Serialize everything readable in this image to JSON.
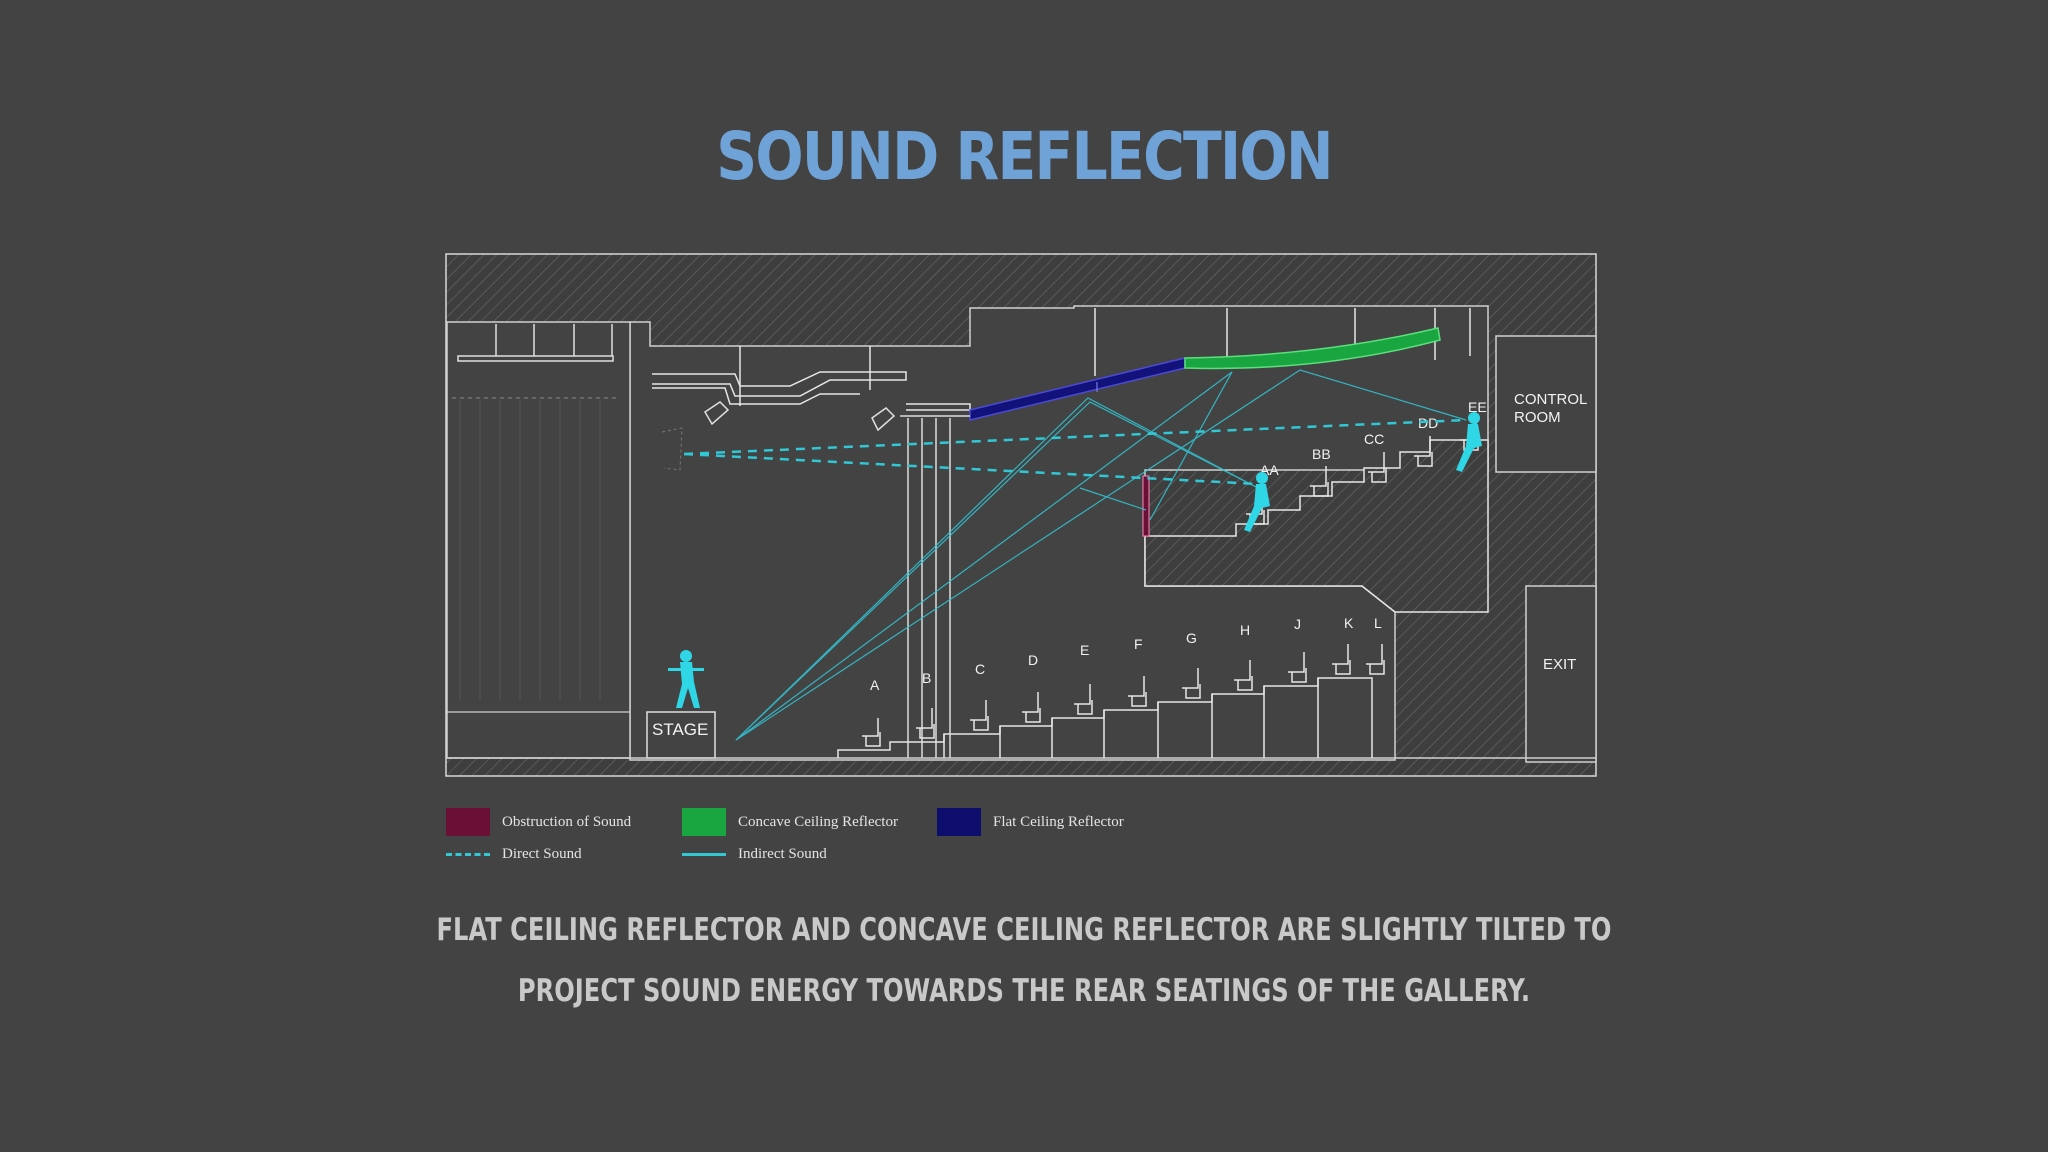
{
  "title": "SOUND REFLECTION",
  "diagram": {
    "stage_label": "STAGE",
    "control_room_label": [
      "CONTROL",
      "ROOM"
    ],
    "exit_label": "EXIT",
    "lower_rows": [
      "A",
      "B",
      "C",
      "D",
      "E",
      "F",
      "G",
      "H",
      "J",
      "K",
      "L"
    ],
    "upper_rows": [
      "AA",
      "BB",
      "CC",
      "DD",
      "EE"
    ]
  },
  "legend": {
    "obstruction": {
      "label": "Obstruction of Sound",
      "color": "#6a0f35"
    },
    "concave": {
      "label": "Concave Ceiling Reflector",
      "color": "#19a53f"
    },
    "flat": {
      "label": "Flat Ceiling Reflector",
      "color": "#0d0d6e"
    },
    "direct": {
      "label": "Direct Sound",
      "color": "#31c8d6"
    },
    "indirect": {
      "label": "Indirect Sound",
      "color": "#31c8d6"
    }
  },
  "caption": {
    "line1": "FLAT CEILING REFLECTOR AND CONCAVE CEILING REFLECTOR ARE SLIGHTLY TILTED TO",
    "line2": "PROJECT SOUND ENERGY TOWARDS THE REAR SEATINGS OF  THE GALLERY."
  }
}
